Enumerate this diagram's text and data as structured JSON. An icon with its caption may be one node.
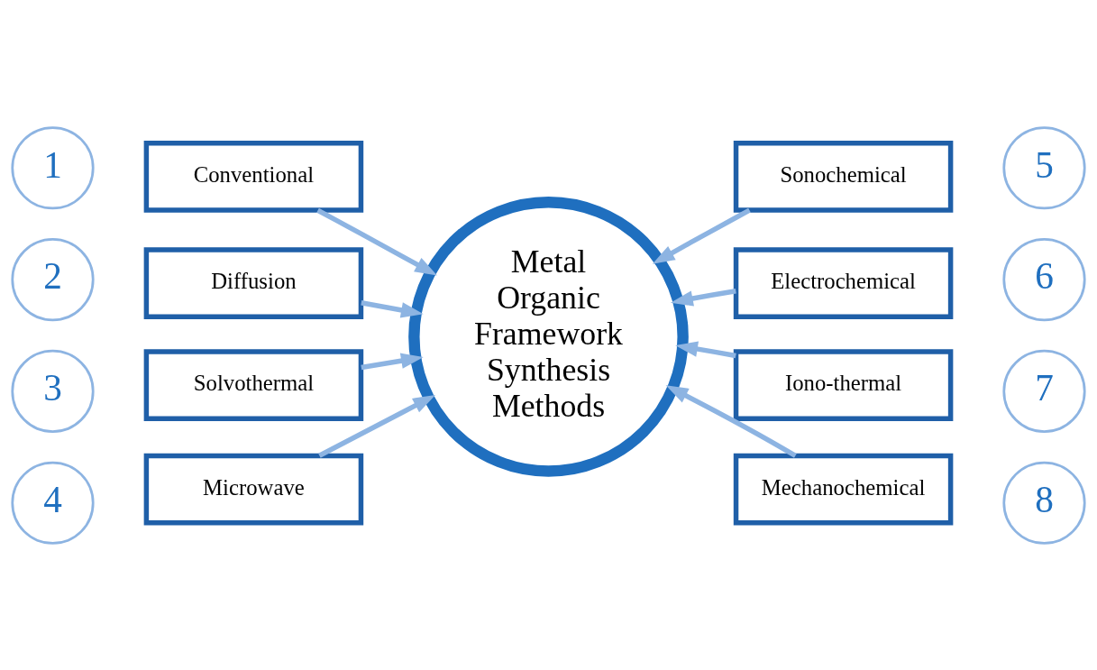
{
  "diagram": {
    "nodes": [
      {
        "text": [
          "Metal Organic Framework Synthesis Methods"
        ]
      },
      {
        "text": [
          "1"
        ]
      },
      {
        "text": [
          "Conventional"
        ]
      },
      {
        "text": [
          "2"
        ]
      },
      {
        "text": [
          "Diffusion"
        ]
      },
      {
        "text": [
          "3"
        ]
      },
      {
        "text": [
          "Solvothermal"
        ]
      },
      {
        "text": [
          "4"
        ]
      },
      {
        "text": [
          "Microwave"
        ]
      },
      {
        "text": [
          "Sonochemical"
        ]
      },
      {
        "text": [
          "5"
        ]
      },
      {
        "text": [
          "Electrochemical"
        ]
      },
      {
        "text": [
          "6"
        ]
      },
      {
        "text": [
          "Iono-thermal"
        ]
      },
      {
        "text": [
          "7"
        ]
      },
      {
        "text": [
          "Mechanochemical"
        ]
      },
      {
        "text": [
          "8"
        ]
      }
    ],
    "edges": [
      {
        "from": 2,
        "to": 0,
        "arrow": "to"
      },
      {
        "from": 4,
        "to": 0,
        "arrow": "to"
      },
      {
        "from": 6,
        "to": 0,
        "arrow": "to"
      },
      {
        "from": 8,
        "to": 0,
        "arrow": "to"
      },
      {
        "from": 9,
        "to": 0,
        "arrow": "to"
      },
      {
        "from": 11,
        "to": 0,
        "arrow": "to"
      },
      {
        "from": 13,
        "to": 0,
        "arrow": "to"
      },
      {
        "from": 15,
        "to": 0,
        "arrow": "to"
      }
    ]
  }
}
